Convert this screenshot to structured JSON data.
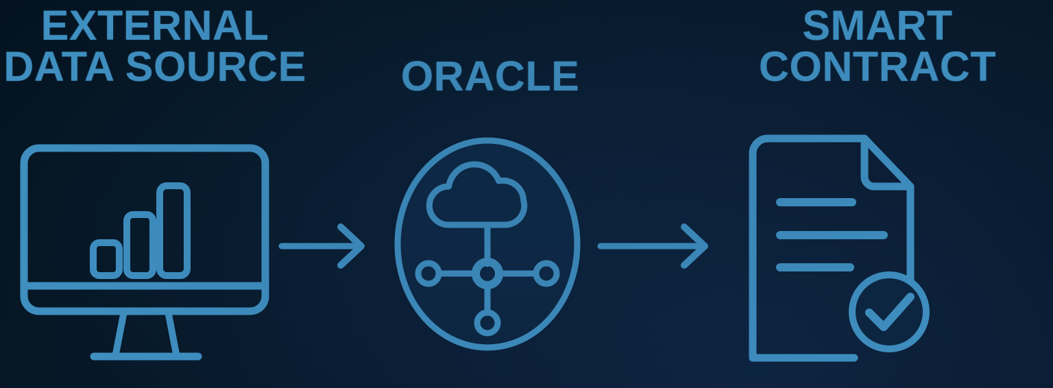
{
  "diagram": {
    "title_flow": "External Data Source to Oracle to Smart Contract",
    "background_color": "#061827",
    "accent_color": "#3f8fc0",
    "disc_fill_color": "#0c2540"
  },
  "nodes": [
    {
      "id": "external-data-source",
      "label": "EXTERNAL\nDATA SOURCE",
      "icon": "monitor-bar-chart-icon",
      "icon_parts": [
        "monitor-screen",
        "bar-chart-small",
        "bar-chart-medium",
        "bar-chart-large",
        "monitor-stand",
        "monitor-base"
      ]
    },
    {
      "id": "oracle",
      "label": "ORACLE",
      "icon": "cloud-network-circle-icon",
      "icon_parts": [
        "circle-disc",
        "cloud",
        "hub-node",
        "node-left",
        "node-right",
        "node-bottom",
        "connector-lines"
      ]
    },
    {
      "id": "smart-contract",
      "label": "SMART\nCONTRACT",
      "icon": "document-check-icon",
      "icon_parts": [
        "document-page",
        "folded-corner",
        "text-line-1",
        "text-line-2",
        "text-line-3",
        "check-badge"
      ]
    }
  ],
  "connectors": [
    {
      "id": "arrow-source-to-oracle",
      "icon": "arrow-right-icon",
      "from": "external-data-source",
      "to": "oracle"
    },
    {
      "id": "arrow-oracle-to-contract",
      "icon": "arrow-right-icon",
      "from": "oracle",
      "to": "smart-contract"
    }
  ]
}
